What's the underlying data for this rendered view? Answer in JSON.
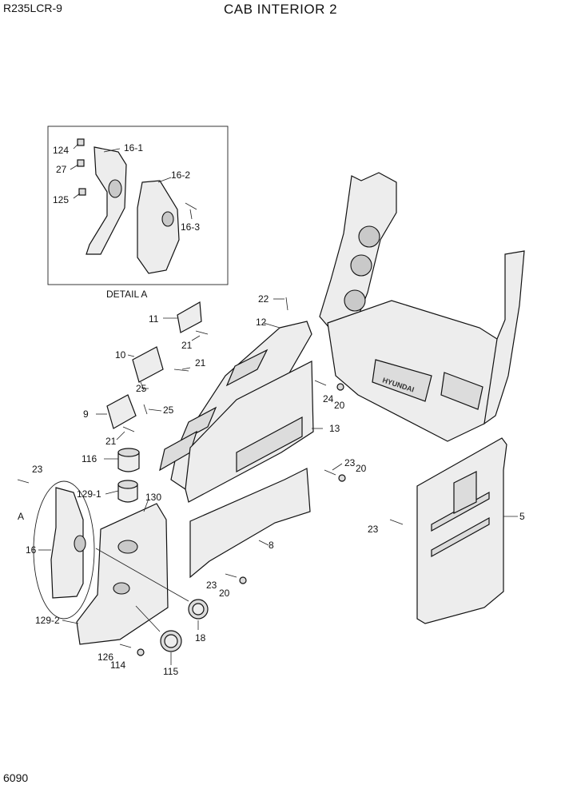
{
  "header": {
    "model": "R235LCR-9",
    "title": "CAB INTERIOR 2"
  },
  "footer": {
    "page_number": "6090"
  },
  "detail": {
    "caption": "DETAIL A"
  },
  "brand_text": "HYUNDAI",
  "callouts": [
    "124",
    "16-1",
    "27",
    "16-2",
    "125",
    "16-3",
    "22",
    "11",
    "12",
    "21",
    "10",
    "21",
    "25",
    "24",
    "20",
    "9",
    "25",
    "13",
    "21",
    "116",
    "23",
    "20",
    "129-1",
    "23",
    "130",
    "A",
    "5",
    "16",
    "8",
    "23",
    "23",
    "20",
    "129-2",
    "18",
    "126",
    "114",
    "115"
  ]
}
